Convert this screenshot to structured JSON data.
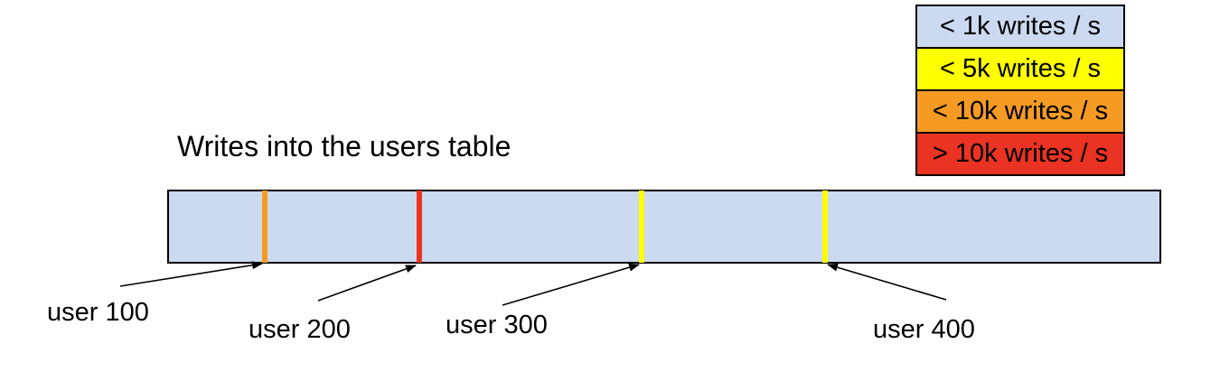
{
  "title": "Writes into the users table",
  "legend": {
    "items": [
      {
        "label": "< 1k writes / s",
        "color": "#cbdaf0"
      },
      {
        "label": "< 5k writes / s",
        "color": "#ffff00"
      },
      {
        "label": "< 10k writes / s",
        "color": "#f59b23"
      },
      {
        "label": "> 10k writes / s",
        "color": "#ea3323"
      }
    ]
  },
  "bar": {
    "fill": "#cbdaf0",
    "ticks": [
      {
        "label": "user 100",
        "color": "#f59b23"
      },
      {
        "label": "user 200",
        "color": "#ea3323"
      },
      {
        "label": "user 300",
        "color": "#ffff00"
      },
      {
        "label": "user 400",
        "color": "#ffff00"
      }
    ]
  }
}
